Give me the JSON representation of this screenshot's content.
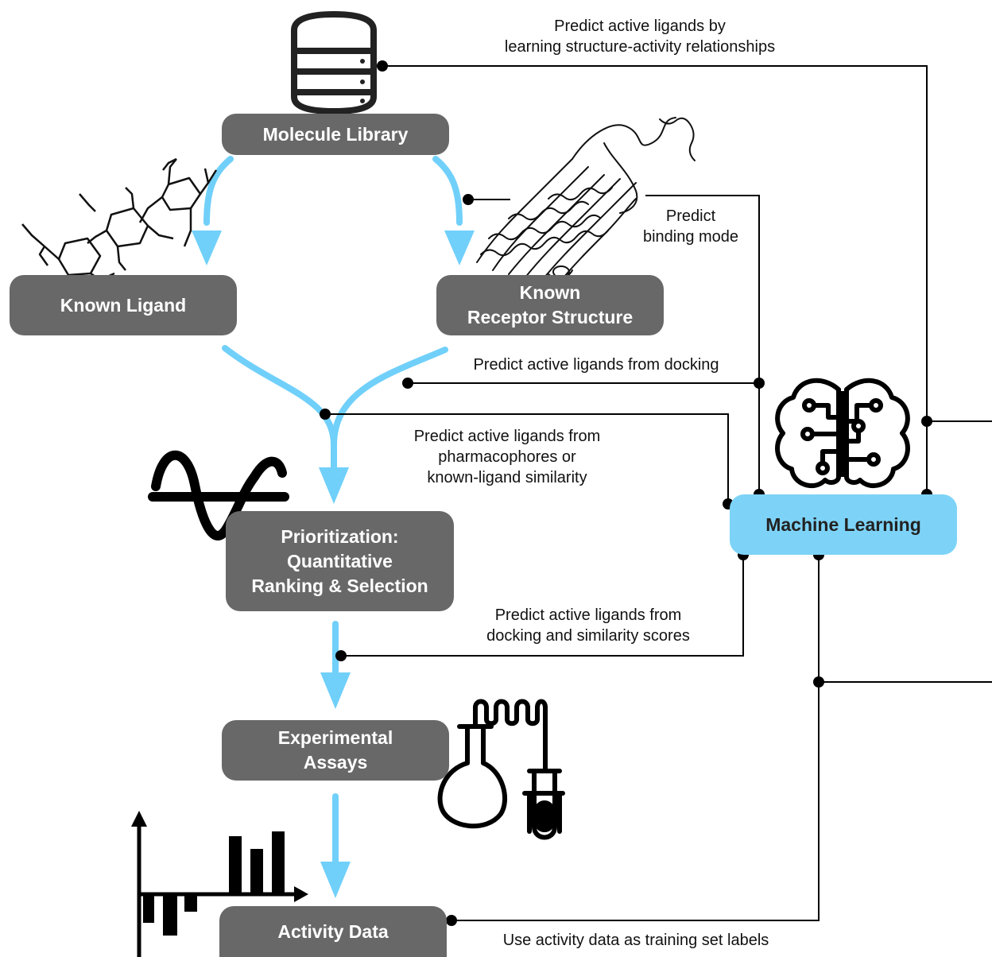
{
  "nodes": {
    "molecule_library": "Molecule Library",
    "known_ligand": "Known Ligand",
    "known_receptor": [
      "Known",
      "Receptor Structure"
    ],
    "prioritization": [
      "Prioritization:",
      "Quantitative",
      "Ranking & Selection"
    ],
    "experimental_assays": [
      "Experimental",
      "Assays"
    ],
    "activity_data": "Activity Data",
    "machine_learning": "Machine Learning"
  },
  "edge_labels": {
    "sar": [
      "Predict active ligands by",
      "learning structure-activity relationships"
    ],
    "binding_mode": [
      "Predict",
      "binding mode"
    ],
    "docking": "Predict active ligands from docking",
    "pharmacophores": [
      "Predict active ligands from",
      "pharmacophores or",
      "known-ligand similarity"
    ],
    "scores": [
      "Predict active ligands from",
      "docking and similarity scores"
    ],
    "training": "Use activity data as training set labels"
  },
  "icons": [
    "database-icon",
    "ligand-molecule-icon",
    "receptor-protein-icon",
    "wave-threshold-icon",
    "brain-circuit-icon",
    "lab-glassware-icon",
    "bar-chart-icon"
  ],
  "colors": {
    "box": "#686868",
    "ml_box": "#7dd3f7",
    "flow_arrow": "#70d0fa",
    "connector": "#000000"
  }
}
